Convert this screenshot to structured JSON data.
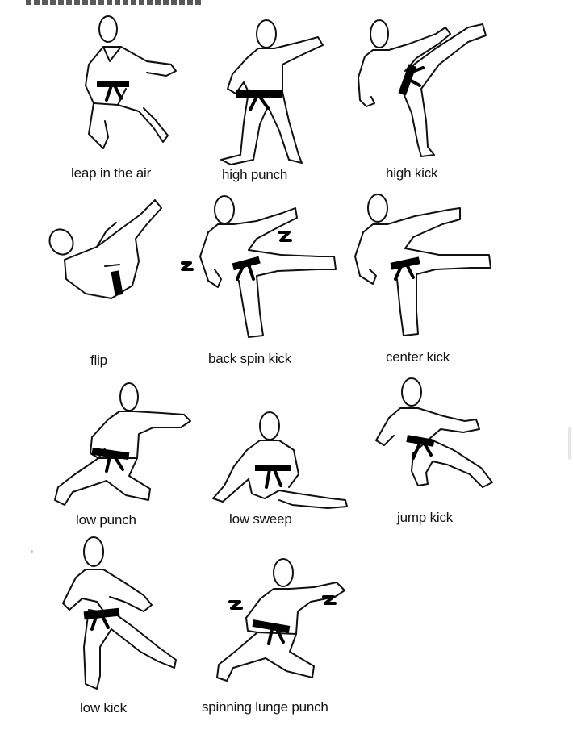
{
  "moves": {
    "leap_in_the_air": "leap in the air",
    "high_punch": "high punch",
    "high_kick": "high kick",
    "flip": "flip",
    "back_spin_kick": "back spin kick",
    "center_kick": "center kick",
    "low_punch": "low punch",
    "low_sweep": "low sweep",
    "jump_kick": "jump kick",
    "low_kick": "low kick",
    "spinning_lunge_punch": "spinning lunge punch"
  },
  "colors": {
    "outline": "#111111",
    "belt": "#000000",
    "background": "#ffffff"
  }
}
